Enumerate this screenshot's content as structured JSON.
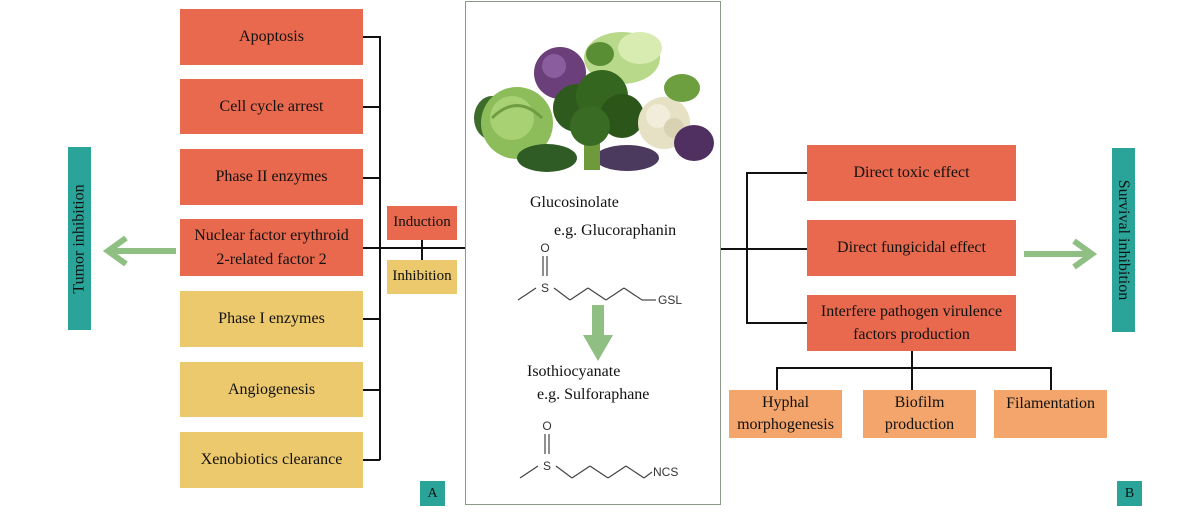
{
  "panel_a": {
    "tag": "A",
    "side_label": "Tumor inhibition",
    "boxes": [
      "Apoptosis",
      "Cell cycle arrest",
      "Phase II enzymes",
      "Nuclear factor erythroid",
      "2-related factor 2",
      "Phase I enzymes",
      "Angiogenesis",
      "Xenobiotics clearance"
    ],
    "induction": "Induction",
    "inhibition": "Inhibition",
    "colors": {
      "induction": "#e8694d",
      "inhibition": "#ecc96d"
    }
  },
  "center": {
    "glucosinolate": "Glucosinolate",
    "glucosinolate_example": "e.g. Glucoraphanin",
    "isothiocyanate": "Isothiocyanate",
    "isothiocyanate_example": "e.g. Sulforaphane",
    "struct1": {
      "s": "S",
      "o": "O",
      "group": "GSL"
    },
    "struct2": {
      "s": "S",
      "o": "O",
      "group": "NCS"
    },
    "image": "cruciferous-vegetables"
  },
  "panel_b": {
    "tag": "B",
    "side_label": "Survival inhibition",
    "boxes": [
      "Direct toxic effect",
      "Direct fungicidal effect",
      "Interfere pathogen virulence",
      "factors production"
    ],
    "sub": [
      "Hyphal",
      "morphogenesis",
      "Biofilm",
      "production",
      "Filamentation"
    ],
    "colors": {
      "main": "#e8694d",
      "sub": "#f4a56b",
      "label": "#2aa398",
      "arrow": "#8fbf82"
    }
  }
}
